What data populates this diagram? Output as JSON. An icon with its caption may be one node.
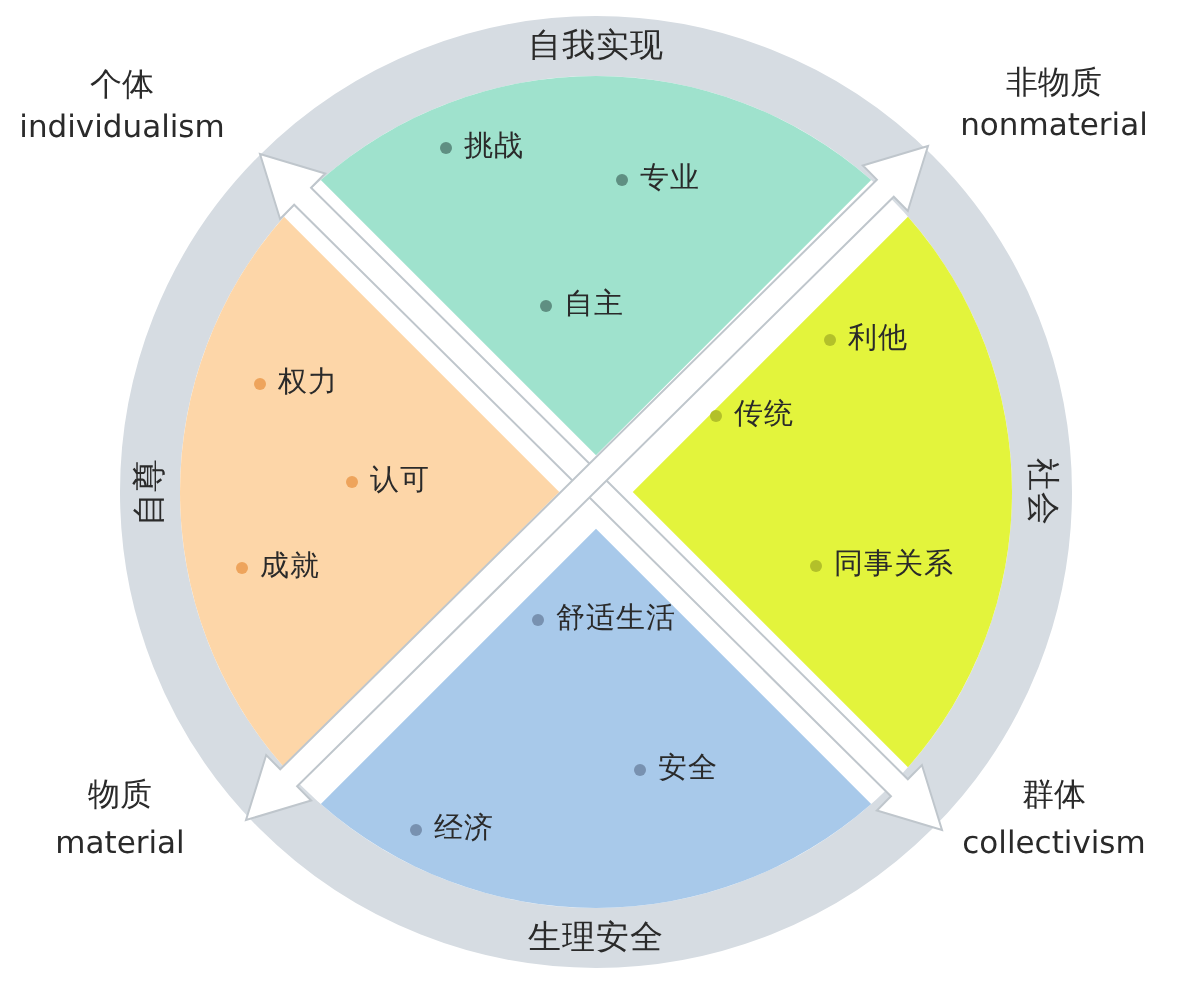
{
  "diagram": {
    "nodes": [
      {
        "text": [
          "个体",
          "individualism"
        ]
      },
      {
        "text": [
          "自我实现",
          "挑战",
          "专业",
          "自主"
        ]
      },
      {
        "text": [
          "非物质",
          "nonmaterial"
        ]
      },
      {
        "text": [
          "自尊",
          "权力",
          "认可",
          "成就"
        ]
      },
      {
        "text": [
          "社会",
          "利他",
          "传统",
          "同事关系"
        ]
      },
      {
        "text": [
          "生理安全",
          "舒适生活",
          "安全",
          "经济"
        ]
      },
      {
        "text": [
          "物质",
          "material"
        ]
      },
      {
        "text": [
          "群体",
          "collectivism"
        ]
      }
    ],
    "edges": [
      {
        "from": 0,
        "to": 7,
        "arrow": "both"
      },
      {
        "from": 2,
        "to": 6,
        "arrow": "both"
      }
    ]
  }
}
